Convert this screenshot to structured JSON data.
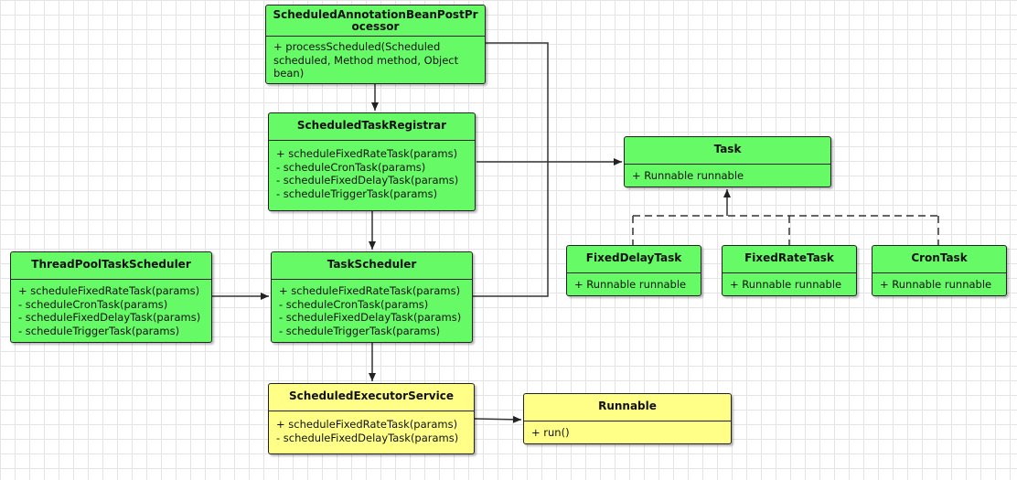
{
  "classes": {
    "sabpp": {
      "title": "ScheduledAnnotationBeanPostProcessor",
      "members": [
        "+ processScheduled(Scheduled scheduled, Method method, Object bean)"
      ]
    },
    "registrar": {
      "title": "ScheduledTaskRegistrar",
      "members": [
        "+ scheduleFixedRateTask(params)",
        "- scheduleCronTask(params)",
        "- scheduleFixedDelayTask(params)",
        "- scheduleTriggerTask(params)"
      ]
    },
    "task": {
      "title": "Task",
      "members": [
        "+ Runnable runnable"
      ]
    },
    "fixed_delay": {
      "title": "FixedDelayTask",
      "members": [
        "+ Runnable runnable"
      ]
    },
    "fixed_rate": {
      "title": "FixedRateTask",
      "members": [
        "+ Runnable runnable"
      ]
    },
    "cron": {
      "title": "CronTask",
      "members": [
        "+ Runnable runnable"
      ]
    },
    "pool_scheduler": {
      "title": "ThreadPoolTaskScheduler",
      "members": [
        "+ scheduleFixedRateTask(params)",
        "- scheduleCronTask(params)",
        "- scheduleFixedDelayTask(params)",
        "- scheduleTriggerTask(params)"
      ]
    },
    "task_scheduler": {
      "title": "TaskScheduler",
      "members": [
        "+ scheduleFixedRateTask(params)",
        "- scheduleCronTask(params)",
        "- scheduleFixedDelayTask(params)",
        "- scheduleTriggerTask(params)"
      ]
    },
    "executor": {
      "title": "ScheduledExecutorService",
      "members": [
        "+ scheduleFixedRateTask(params)",
        "- scheduleFixedDelayTask(params)"
      ]
    },
    "runnable": {
      "title": "Runnable",
      "members": [
        "+ run()"
      ]
    }
  },
  "colors": {
    "class_fill": "#66fa66",
    "interface_fill": "#ffff88",
    "line": "#333333"
  }
}
